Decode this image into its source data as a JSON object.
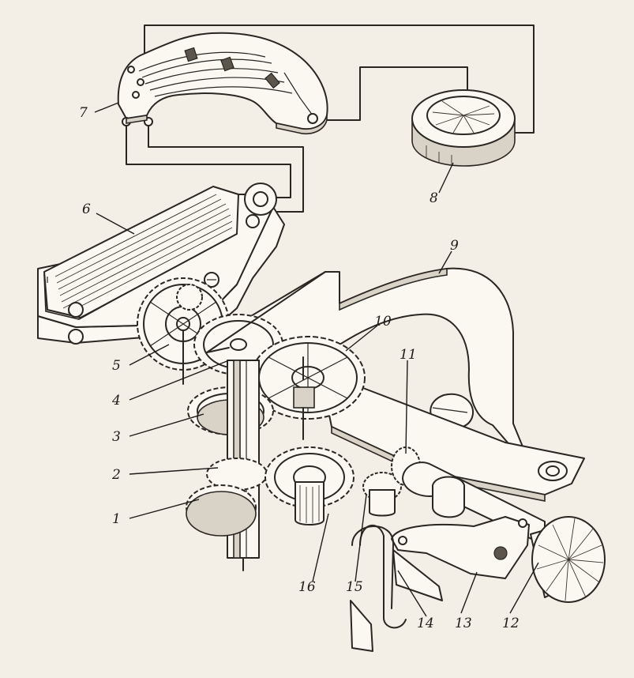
{
  "callouts": {
    "c1": "1",
    "c2": "2",
    "c3": "3",
    "c4": "4",
    "c5": "5",
    "c6": "6",
    "c7": "7",
    "c8": "8",
    "c9": "9",
    "c10": "10",
    "c11": "11",
    "c12": "12",
    "c13": "13",
    "c14": "14",
    "c15": "15",
    "c16": "16"
  },
  "colors": {
    "paper": "#f3eee6",
    "ink": "#2a2622",
    "part_fill": "#fbf8f2",
    "shade": "#d9d2c6"
  }
}
